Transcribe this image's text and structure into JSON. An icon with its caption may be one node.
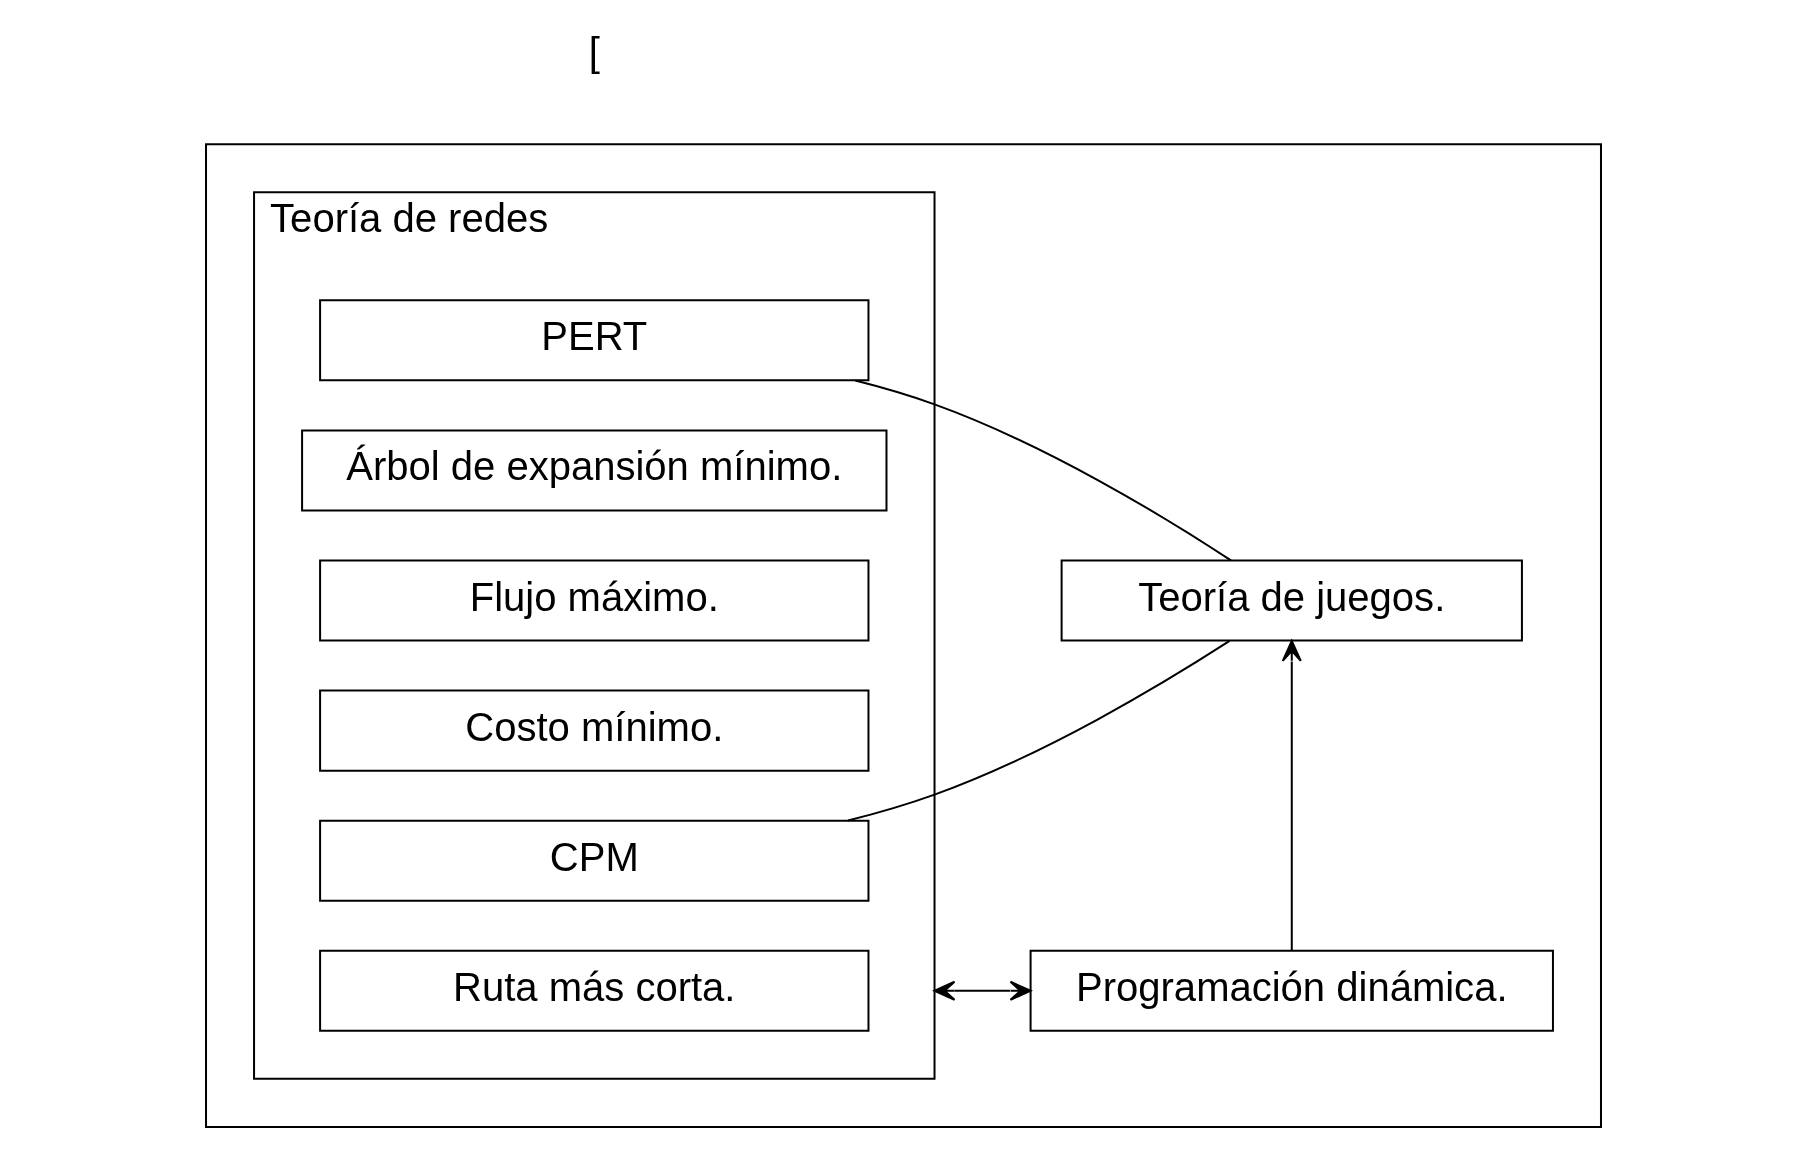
{
  "diagram": {
    "nodes": [
      {
        "text": [],
        "shape": "box"
      },
      {
        "text": [
          "Teoría de redes"
        ],
        "in": 0
      },
      {
        "text": [
          "Ruta más corta."
        ],
        "in": 1
      },
      {
        "text": [
          "Árbol de expansión mínimo."
        ],
        "in": 1
      },
      {
        "text": [
          "Flujo máximo."
        ],
        "in": 1
      },
      {
        "text": [
          "Costo mínimo."
        ],
        "in": 1
      },
      {
        "text": [
          "PERT"
        ],
        "in": 1
      },
      {
        "text": [
          "CPM"
        ],
        "in": 1
      },
      {
        "text": [
          "Programación dinámica."
        ],
        "in": 0
      },
      {
        "text": [
          "Teoría de juegos."
        ],
        "in": 0
      }
    ],
    "edges": [
      {
        "from": 1,
        "to": 8,
        "arrow": "both"
      },
      {
        "from": 8,
        "to": 9,
        "arrow": "to"
      },
      {
        "from": 6,
        "to": 9,
        "arrow": "none"
      },
      {
        "from": 7,
        "to": 9,
        "arrow": "none"
      }
    ],
    "labels": [
      "["
    ]
  }
}
